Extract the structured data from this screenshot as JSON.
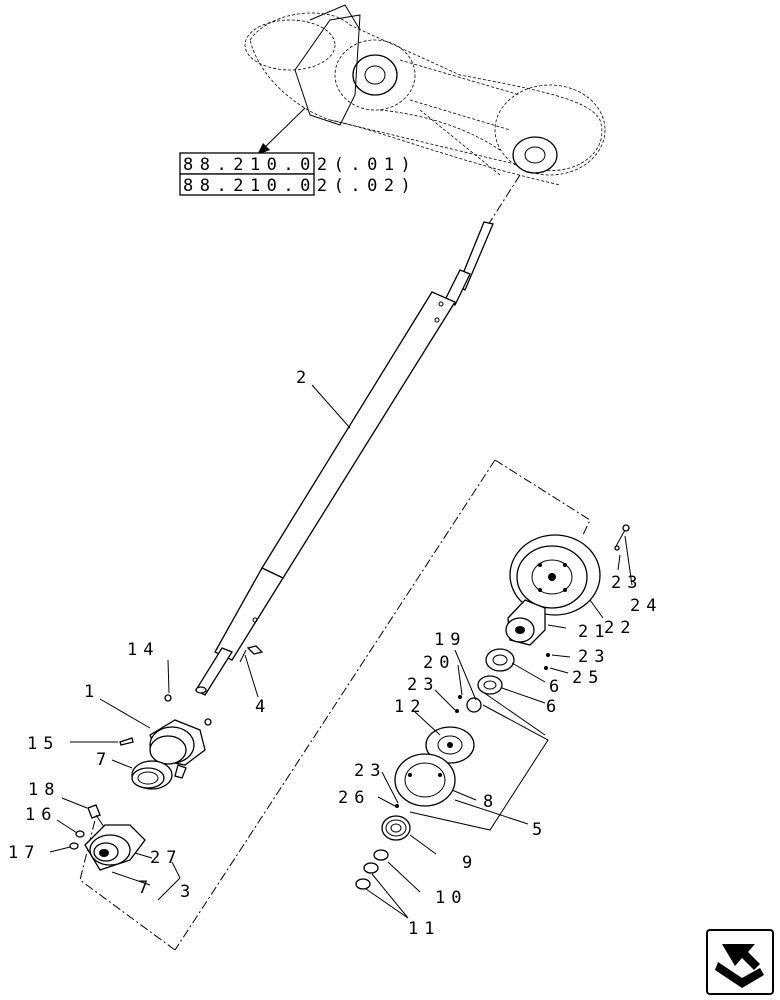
{
  "references": [
    "88.210.02(.01)",
    "88.210.02(.02)"
  ],
  "callouts": {
    "c1": "1",
    "c2": "2",
    "c3": "3",
    "c4": "4",
    "c5": "5",
    "c6a": "6",
    "c6b": "6",
    "c7a": "7",
    "c7b": "7",
    "c8": "8",
    "c9": "9",
    "c10": "10",
    "c11": "11",
    "c12": "12",
    "c14": "14",
    "c15": "15",
    "c16": "16",
    "c17": "17",
    "c18": "18",
    "c19": "19",
    "c20": "20",
    "c21": "21",
    "c22": "22",
    "c23a": "23",
    "c23b": "23",
    "c23c": "23",
    "c23d": "23",
    "c24": "24",
    "c25": "25",
    "c26": "26",
    "c27": "27"
  },
  "nav_icon": "navigate-arrow-icon"
}
